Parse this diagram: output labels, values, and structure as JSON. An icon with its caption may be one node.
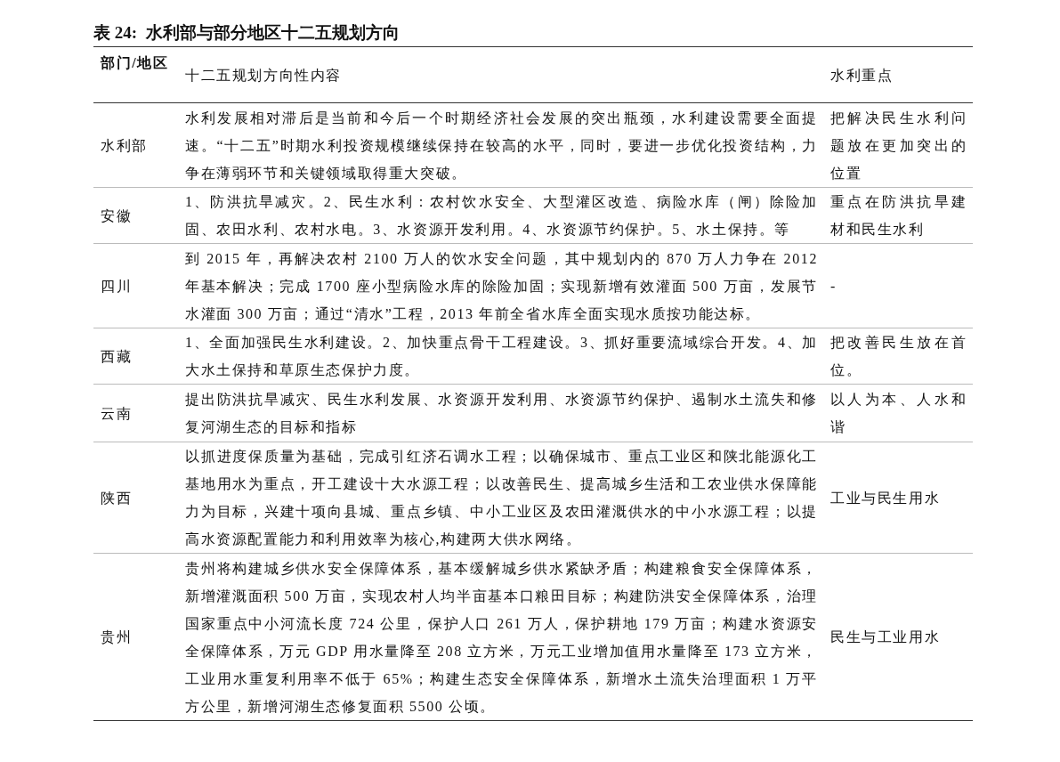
{
  "diagram": {
    "title": "表 24:  水利部与部分地区十二五规划方向",
    "labels": [
      "部门/地区",
      "十二五规划方向性内容",
      "水利重点",
      "水利部",
      "水利发展相对滞后是当前和今后一个时期经济社会发展的突出瓶颈，水利建设需要全面提速。“十二五”时期水利投资规模继续保持在较高的水平，同时，要进一步优化投资结构，力争在薄弱环节和关键领域取得重大突破。",
      "把解决民生水利问题放在更加突出的位置",
      "安徽",
      "1、防洪抗旱减灾。2、民生水利：农村饮水安全、大型灌区改造、病险水库（闸）除险加固、农田水利、农村水电。3、水资源开发利用。4、水资源节约保护。5、水土保持。等",
      "重点在防洪抗旱建材和民生水利",
      "四川",
      "到 2015 年，再解决农村 2100 万人的饮水安全问题，其中规划内的 870 万人力争在 2012 年基本解决；完成 1700 座小型病险水库的除险加固；实现新增有效灌面 500 万亩，发展节水灌面 300 万亩；通过“清水”工程，2013 年前全省水库全面实现水质按功能达标。",
      "-",
      "西藏",
      "1、全面加强民生水利建设。2、加快重点骨干工程建设。3、抓好重要流域综合开发。4、加大水土保持和草原生态保护力度。",
      "把改善民生放在首位。",
      "云南",
      "提出防洪抗旱减灾、民生水利发展、水资源开发利用、水资源节约保护、遏制水土流失和修复河湖生态的目标和指标",
      "以人为本、人水和谐",
      "陕西",
      "以抓进度保质量为基础，完成引红济石调水工程；以确保城市、重点工业区和陕北能源化工基地用水为重点，开工建设十大水源工程；以改善民生、提高城乡生活和工农业供水保障能力为目标，兴建十项向县城、重点乡镇、中小工业区及农田灌溉供水的中小水源工程；以提高水资源配置能力和利用效率为核心,构建两大供水网络。",
      "工业与民生用水",
      "贵州",
      "贵州将构建城乡供水安全保障体系，基本缓解城乡供水紧缺矛盾；构建粮食安全保障体系，新增灌溉面积 500 万亩，实现农村人均半亩基本口粮田目标；构建防洪安全保障体系，治理国家重点中小河流长度 724 公里，保护人口 261 万人，保护耕地 179 万亩；构建水资源安全保障体系，万元 GDP 用水量降至 208 立方米，万元工业增加值用水量降至 173 立方米，工业用水重复利用率不低于 65%；构建生态安全保障体系，新增水土流失治理面积 1 万平方公里，新增河湖生态修复面积 5500 公顷。",
      "民生与工业用水"
    ]
  }
}
